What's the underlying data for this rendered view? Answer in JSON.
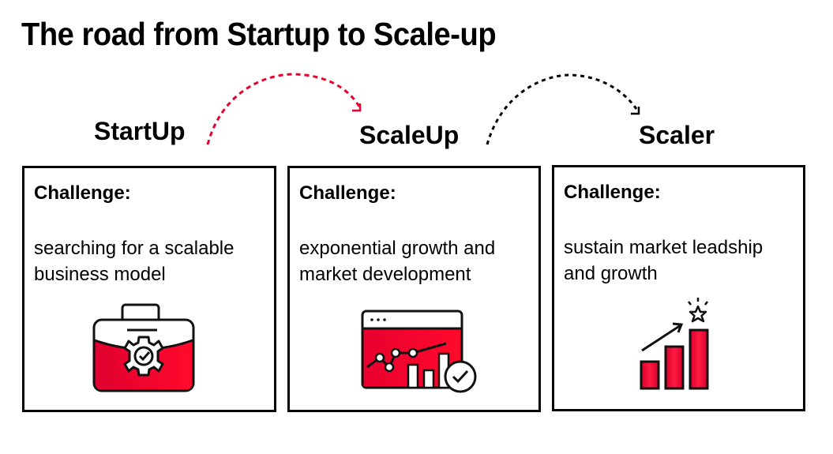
{
  "title": "The road from Startup to Scale-up",
  "colors": {
    "accent_red": "#E8002D",
    "text": "#000000",
    "background": "#FFFFFF"
  },
  "stages": [
    {
      "label": "StartUp",
      "challenge_heading": "Challenge:",
      "challenge_lines": [
        "searching for a scalable",
        "business model"
      ],
      "icon": "briefcase-gear-check-icon"
    },
    {
      "label": "ScaleUp",
      "challenge_heading": "Challenge:",
      "challenge_lines": [
        "exponential growth and",
        "market development"
      ],
      "icon": "browser-chart-check-icon"
    },
    {
      "label": "Scaler",
      "challenge_heading": "Challenge:",
      "challenge_lines": [
        "sustain market leadship",
        "and growth"
      ],
      "icon": "growth-bars-star-icon"
    }
  ],
  "connectors": [
    {
      "from": "StartUp",
      "to": "ScaleUp",
      "style": "dashed-arc",
      "color": "#E8002D"
    },
    {
      "from": "ScaleUp",
      "to": "Scaler",
      "style": "dotted-arc",
      "color": "#000000"
    }
  ]
}
